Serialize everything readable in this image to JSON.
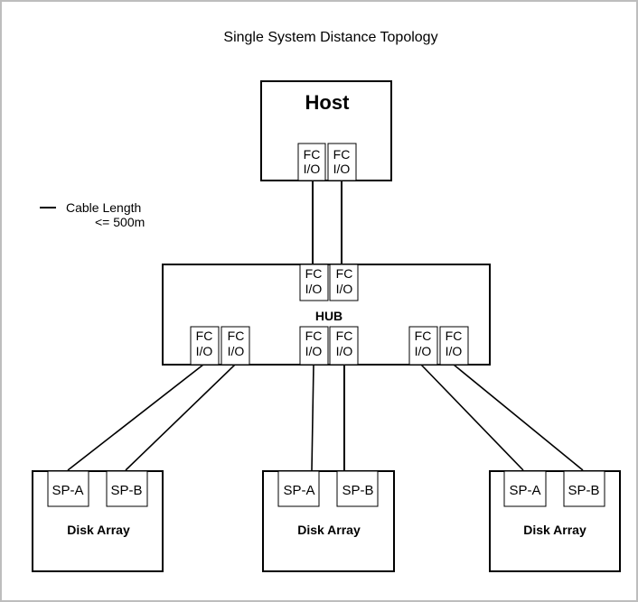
{
  "diagram": {
    "title": "Single System Distance Topology",
    "legend": {
      "line1": "Cable Length",
      "line2": "<= 500m"
    },
    "host": {
      "label": "Host",
      "ports": [
        {
          "line1": "FC",
          "line2": "I/O"
        },
        {
          "line1": "FC",
          "line2": "I/O"
        }
      ]
    },
    "hub": {
      "label": "HUB",
      "top_ports": [
        {
          "line1": "FC",
          "line2": "I/O"
        },
        {
          "line1": "FC",
          "line2": "I/O"
        }
      ],
      "bottom_ports": [
        {
          "line1": "FC",
          "line2": "I/O"
        },
        {
          "line1": "FC",
          "line2": "I/O"
        },
        {
          "line1": "FC",
          "line2": "I/O"
        },
        {
          "line1": "FC",
          "line2": "I/O"
        },
        {
          "line1": "FC",
          "line2": "I/O"
        },
        {
          "line1": "FC",
          "line2": "I/O"
        }
      ]
    },
    "disk_arrays": [
      {
        "label": "Disk Array",
        "sp_a": "SP-A",
        "sp_b": "SP-B"
      },
      {
        "label": "Disk Array",
        "sp_a": "SP-A",
        "sp_b": "SP-B"
      },
      {
        "label": "Disk Array",
        "sp_a": "SP-A",
        "sp_b": "SP-B"
      }
    ]
  }
}
